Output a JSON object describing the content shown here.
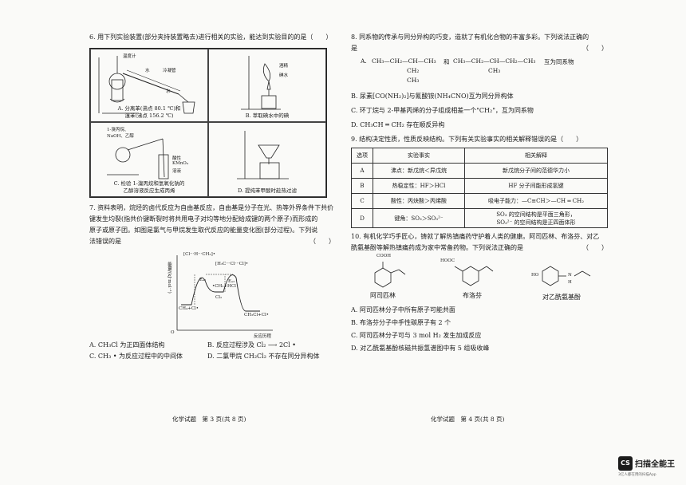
{
  "left": {
    "q6": {
      "stem": "6. 用下列实验装置(部分夹持装置略去)进行相关的实验，能达到实验目的的是（　　）",
      "cells": [
        {
          "label": "A",
          "caption1": "A. 分离苯(沸点 80.1 ℃)和",
          "caption2": "溴苯(沸点 156.2 ℃)",
          "tags": [
            "温度计",
            "冷凝管",
            "水",
            "水"
          ]
        },
        {
          "label": "B",
          "caption1": "B. 萃取碘水中的碘",
          "caption2": "",
          "tags": [
            "酒精",
            "碘水"
          ]
        },
        {
          "label": "C",
          "caption1": "C. 检验 1-溴丙烷和氢氧化钠的",
          "caption2": "乙醇溶液反应生成丙烯",
          "tags": [
            "1-溴丙烷、",
            "NaOH、乙醇",
            "酸性",
            "KMnO₄",
            "溶液"
          ]
        },
        {
          "label": "D",
          "caption1": "D. 提纯苯甲酸时趁热过滤",
          "caption2": "",
          "tags": []
        }
      ]
    },
    "q7": {
      "stem1": "7. 资料表明，烷烃的卤代反应为自由基反应，自由基是分子在光、热等外界条件下共价",
      "stem2": "键发生均裂(指共价键断裂时将共用电子对均等地分配给成键的两个原子)而形成的",
      "stem3": "原子或原子团。如图是氯气与甲烷发生取代反应的能量变化图(部分过程)。下列说",
      "stem4": "法错误的是",
      "paren": "（　　）",
      "graph": {
        "ylabel": "能量/(kJ·mol⁻¹)",
        "xlabel": "反应历程",
        "origin": "O",
        "ts1": "[Cl···H···CH₃]•",
        "ts2": "[H₃C···Cl···Cl]•",
        "mid": "•CH₃+HCl",
        "cl2": "Cl₂",
        "start": "CH₄+Cl•",
        "end": "CH₃Cl+Cl•",
        "ea1": "Eₐ₁",
        "ea2": "Eₐ₂"
      },
      "options": [
        "A. CH₃Cl 为正四面体结构",
        "B. 反应过程涉及 Cl₂ ⟶ 2Cl •",
        "C. CH₃ • 为反应过程中的中间体",
        "D. 二氯甲烷 CH₂Cl₂ 不存在同分异构体"
      ]
    },
    "footer": "化学试题　第 3 页(共 8 页)"
  },
  "right": {
    "q8": {
      "stem1": "8. 同系物的传承与同分异构的巧变，造就了有机化合物的丰富多彩。下列说法正确的",
      "stem2": "是",
      "paren": "（　　）",
      "optA_prefix": "A.",
      "optA_mol1": "CH₃—CH₂—CH—CH₃",
      "optA_branch1a": "CH₂",
      "optA_branch1b": "CH₃",
      "optA_and": "和",
      "optA_mol2": "CH₃—CH₂—CH—CH₂—CH₃",
      "optA_branch2": "CH₃",
      "optA_tail": "互为同系物",
      "optB": "B. 尿素[CO(NH₂)₂]与氰酸铵(NH₄CNO)互为同分异构体",
      "optC": "C. 环丁烷与 2-甲基丙烯的分子组成相差一个\"CH₂\"，互为同系物",
      "optD": "D. CH₃CH ═ CH₂ 存在顺反异构"
    },
    "q9": {
      "stem": "9. 结构决定性质，性质反映结构。下列有关实验事实的相关解释错误的是（　　）",
      "headers": [
        "选项",
        "实验事实",
        "相关解释"
      ],
      "rows": [
        {
          "opt": "A",
          "fact": "沸点：新戊烷＜异戊烷",
          "exp1": "新戊烷分子间的范德华力小",
          "exp2": ""
        },
        {
          "opt": "B",
          "fact": "热稳定性：HF＞HCl",
          "exp1": "HF 分子间能形成氢键",
          "exp2": ""
        },
        {
          "opt": "C",
          "fact": "酸性：丙炔酸＞丙烯酸",
          "exp1": "吸电子能力：—C≡CH＞—CH ═ CH₂",
          "exp2": ""
        },
        {
          "opt": "D",
          "fact": "键角：SO₃＞SO₃²⁻",
          "exp1": "SO₃ 的空间结构是平面三角形，",
          "exp2": "SO₃²⁻ 的空间结构是正四面体形"
        }
      ]
    },
    "q10": {
      "stem1": "10. 有机化学巧手匠心，铸就了解热镇痛药守护着人类的健康。阿司匹林、布洛芬、对乙",
      "stem2": "酰氨基酚等解热镇痛药成为家中常备药物。下列说法正确的是",
      "paren": "（　　）",
      "mol1": {
        "name": "阿司匹林",
        "label": "COOH"
      },
      "mol2": {
        "name": "布洛芬",
        "label": "HOOC"
      },
      "mol3": {
        "name": "对乙酰氨基酚",
        "label_ho": "HO",
        "label_n": "N",
        "label_h": "H"
      },
      "options": [
        "A. 阿司匹林分子中所有原子可能共面",
        "B. 布洛芬分子中手性碳原子有 2 个",
        "C. 阿司匹林分子可与 3 mol H₂ 发生加成反应",
        "D. 对乙酰氨基酚核磁共振氢谱图中有 5 组吸收峰"
      ]
    },
    "footer": "化学试题　第 4 页(共 8 页)"
  },
  "brand": {
    "logo": "CS",
    "name": "扫描全能王",
    "sub": "3亿人都在用的扫描App"
  }
}
